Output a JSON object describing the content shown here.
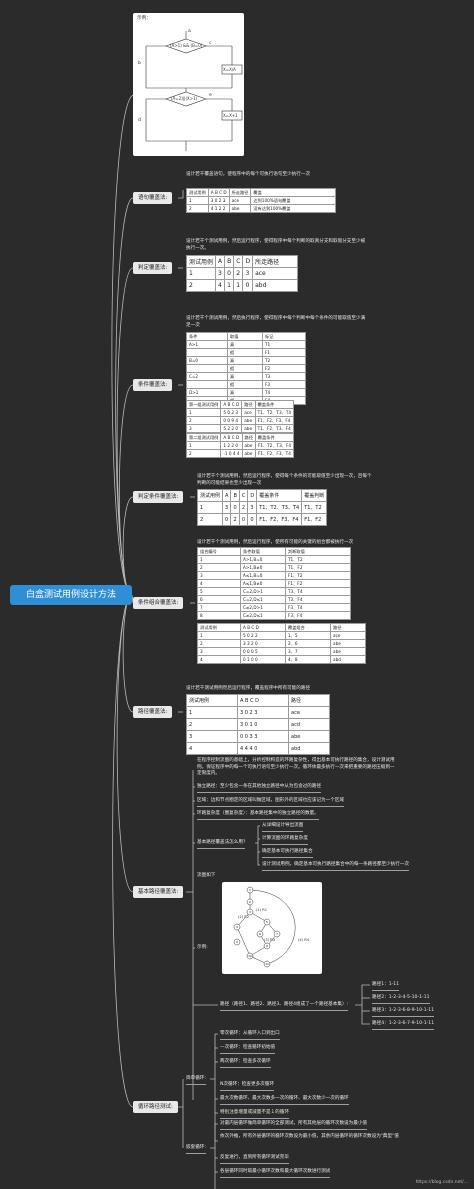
{
  "root": "白盒测试用例设计方法",
  "example_card": {
    "label": "示例：",
    "flow": {
      "a": "a",
      "b": "b",
      "c": "c",
      "d": "d",
      "e": "e",
      "cond1": "(A>1) && (B=0)",
      "cond2": "(A=2)||(X>1)",
      "act1": "X=X/A",
      "act2": "X=X+1",
      "T": "T",
      "F": "F"
    }
  },
  "branches": [
    {
      "label": "语句覆盖法:"
    },
    {
      "label": "判定覆盖法:"
    },
    {
      "label": "条件覆盖法:"
    },
    {
      "label": "判定条件覆盖法:"
    },
    {
      "label": "条件组合覆盖法:"
    },
    {
      "label": "路径覆盖法:"
    },
    {
      "label": "基本路径覆盖法:"
    },
    {
      "label": "循环路径测试:"
    }
  ],
  "statement": {
    "desc": "设计若干覆盖语句，使程序中的每个可执行语句至少执行一次",
    "table": [
      [
        "测试用例",
        "A B C D",
        "所走路径",
        "覆盖"
      ],
      [
        "1",
        "3 0 2 3",
        "ace",
        "达到100%语句覆盖"
      ],
      [
        "2",
        "4 1 2 2",
        "abe",
        "没有达到100%覆盖"
      ]
    ]
  },
  "decision": {
    "desc": "设计若干个测试用例，然后运行程序，使得程序中每个判断的取真分支和取假分支至少被执行一次。",
    "table": [
      [
        "测试用例",
        "A",
        "B",
        "C",
        "D",
        "所走路径"
      ],
      [
        "1",
        "3",
        "0",
        "2",
        "3",
        "ace"
      ],
      [
        "2",
        "4",
        "1",
        "1",
        "0",
        "abd"
      ]
    ]
  },
  "condition": {
    "desc": "设计若干个测试用例，然后执行程序，使得程序中每个判断中每个条件的可能取值至少满足一次",
    "table1": [
      [
        "条件",
        "取值",
        "标记"
      ],
      [
        "A>1",
        "真",
        "T1"
      ],
      [
        "",
        "假",
        "F1"
      ],
      [
        "B=0",
        "真",
        "T2"
      ],
      [
        "",
        "假",
        "F2"
      ],
      [
        "C=2",
        "真",
        "T3"
      ],
      [
        "",
        "假",
        "F3"
      ],
      [
        "D>1",
        "真",
        "T4"
      ],
      [
        "",
        "假",
        "F4"
      ]
    ],
    "table2": [
      [
        "第一组测试用例",
        "A B C D",
        "路径",
        "覆盖条件"
      ],
      [
        "1",
        "5 0 2 3",
        "ace",
        "T1、T2、T3、T4"
      ],
      [
        "2",
        "0 0 9 4",
        "abe",
        "F1、F2、F3、F4"
      ],
      [
        "3",
        "5 2 2 0",
        "abe",
        "T1、F2、T3、F4"
      ]
    ],
    "table3": [
      [
        "第二组测试用例",
        "A B C D",
        "路径",
        "覆盖条件"
      ],
      [
        "1",
        "1 2 2 0",
        "abe",
        "F1、T2、T3、F4"
      ],
      [
        "2",
        "-1 0 4 4",
        "abe",
        "F1、F2、F3、T4"
      ]
    ]
  },
  "decision_condition": {
    "desc": "设计若干个测试用例，然后运行程序，使得每个条件的可能取值至少出现一次，且每个判断的可能结果也至少出现一次",
    "table": [
      [
        "测试用例",
        "A",
        "B",
        "C",
        "D",
        "覆盖条件",
        "覆盖判断"
      ],
      [
        "1",
        "3",
        "0",
        "2",
        "3",
        "T1、T2、T3、T4",
        "T1、T2"
      ],
      [
        "2",
        "0",
        "2",
        "0",
        "0",
        "F1、F2、F3、F4",
        "F1、F2"
      ]
    ]
  },
  "multiple_condition": {
    "desc": "设计若干个测试用例，然后运行程序，使所有可能的关键的组合都被执行一次",
    "table1": [
      [
        "组合编号",
        "条件取值",
        "判断取值"
      ],
      [
        "1",
        "A>1,B=0",
        "T1、T2"
      ],
      [
        "2",
        "A>1,B≠0",
        "T1、F2"
      ],
      [
        "3",
        "A≤1,B=0",
        "F1、T2"
      ],
      [
        "4",
        "A≤1,B≠0",
        "F1、F2"
      ],
      [
        "5",
        "C=2,D>1",
        "T3、T4"
      ],
      [
        "6",
        "C=2,D≤1",
        "T3、F4"
      ],
      [
        "7",
        "C≠2,D>1",
        "F3、T4"
      ],
      [
        "8",
        "C≠2,D≤1",
        "F3、F4"
      ]
    ],
    "table2": [
      [
        "测试用例",
        "A B C D",
        "覆盖组合",
        "路径"
      ],
      [
        "1",
        "5 0 2 2",
        "1、5",
        "ace"
      ],
      [
        "2",
        "3 3 2 0",
        "2、6",
        "abe"
      ],
      [
        "3",
        "0 0 0 5",
        "3、7",
        "abe"
      ],
      [
        "4",
        "0 1 0 0",
        "4、8",
        "abd"
      ]
    ]
  },
  "path": {
    "desc": "设计若干测试用例然后运行程序，覆盖程序中所有可能的路径",
    "table": [
      [
        "测试用例",
        "A B C D",
        "路径"
      ],
      [
        "1",
        "3 0 2 3",
        "ace"
      ],
      [
        "2",
        "3 0 1 0",
        "acd"
      ],
      [
        "3",
        "0 0 3 3",
        "abe"
      ],
      [
        "4",
        "4 4 4 0",
        "abd"
      ]
    ]
  },
  "basis_path": {
    "desc": "在程序控制流图的基础上，分析控制构造的环路复杂性，得出基本可执行路径的集合，设计测试用例。保证程序中的每一个可执行语句至少执行一次。循环体最多执行一次来把重要的路径压缩到一定限度内。",
    "items": [
      "独立路径：至少包含一条在其他独立路径中从为包含过的路径",
      "区域：边和节点圈定的区域叫做区域，图形外的区域也应该记为一个区域",
      "环路复杂度（圈复杂度）：基本路径集中的独立路径的数量。"
    ],
    "steps_label": "基本路径覆盖法怎么用?",
    "steps": [
      "从详细设计导出流图",
      "计算流图的环路复杂度",
      "确定基本可执行路径集合",
      "设计测试用例，确定基本可执行路径集合中的每一条路径都至少执行一次"
    ],
    "example_label": "示例:",
    "graph_title": "流图如下",
    "graph_nodes": [
      "1",
      "2",
      "3",
      "4",
      "5",
      "6",
      "7",
      "8",
      "9",
      "10",
      "11"
    ],
    "graph_regions": [
      "(1) R1",
      "(2) R2",
      "(3) R3",
      "(4) R4"
    ],
    "paths_label": "路径（路径1、路径2、路径3、路径4组成了一个路径基本集）:",
    "paths": [
      "路径1：1-11",
      "路径2：1-2-3-4-5-10-1-11",
      "路径3：1-2-3-6-8-9-10-1-11",
      "路径4：1-2-3-6-7-9-10-1-11"
    ]
  },
  "loop": {
    "simple_label": "简单循环:",
    "simple": [
      "零次循环：从循环入口到出口",
      "一次循环：检查循环初始值",
      "两次循环：检查多次循环",
      "N次循环：检查更多次循环",
      "最大次数循环、最大次数多一次的循环、最大次数少一次的循环",
      "特别注意增量或减量不是１的循环"
    ],
    "nested_label": "嵌套循环:",
    "nested": [
      "对最内层循环做简单循环的全部测试，所有其他层的循环次数设为最小值",
      "依次外推，所有外层循环的循环次数设为最小值，其余内层循环的循环次数设为\"典型\"值",
      "反复进行，直到所有循环测试完毕",
      "各层循环同时取最小循环次数和最大循环次数进行测试"
    ]
  },
  "watermark": "https://blog.csdn.net/..."
}
